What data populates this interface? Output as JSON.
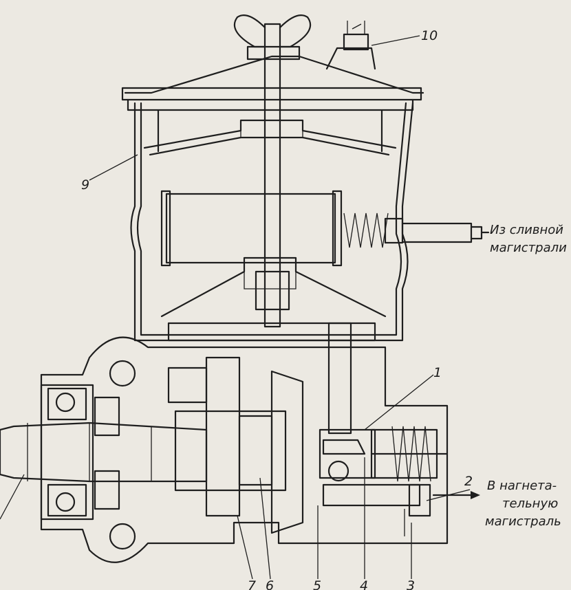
{
  "callouts": {
    "n1": "1",
    "n2": "2",
    "n3": "3",
    "n4": "4",
    "n5": "5",
    "n6": "6",
    "n7": "7",
    "n9": "9",
    "n10": "10"
  },
  "captions": {
    "inlet_line1": "Из сливной",
    "inlet_line2": "магистрали",
    "outlet_line1": "В нагнета-",
    "outlet_line2": "тельную",
    "outlet_line3": "магистраль"
  }
}
